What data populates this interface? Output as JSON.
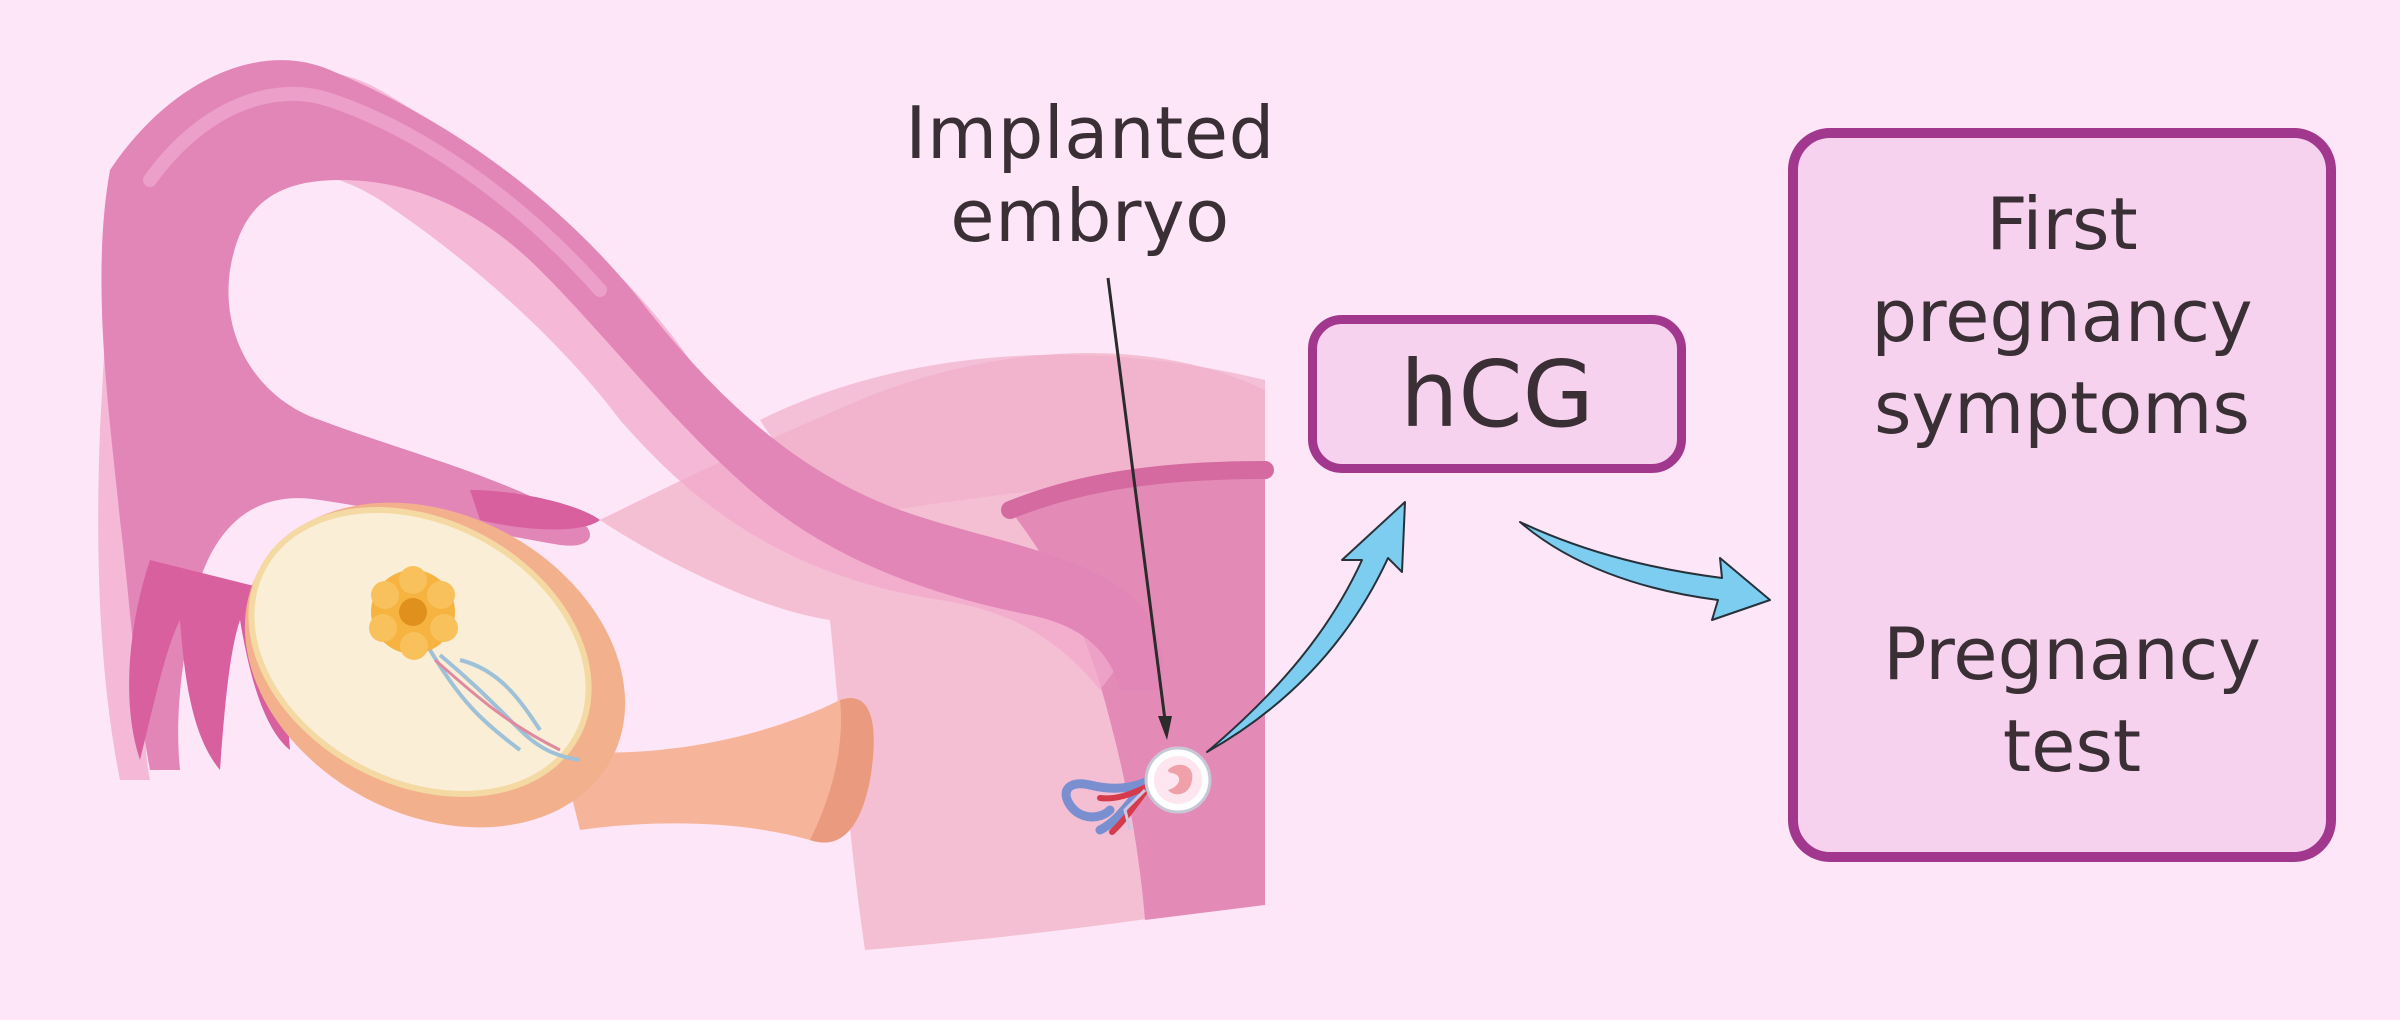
{
  "labels": {
    "embryo_line1": "Implanted",
    "embryo_line2": "embryo",
    "hormone": "hCG"
  },
  "effects": [
    {
      "line1": "First",
      "line2": "pregnancy",
      "line3": "symptoms"
    },
    {
      "line1": "Pregnancy",
      "line2": "test"
    }
  ],
  "colors": {
    "background": "#fde6f8",
    "box_border": "#a2388d",
    "box_fill": "#f6d2ee",
    "arrow_fill": "#7ccdf0",
    "uterus_pink": "#e08ab8"
  },
  "icons": [
    "uterus-illustration",
    "ovary-illustration",
    "embryo-illustration",
    "blue-arrow-icon"
  ]
}
